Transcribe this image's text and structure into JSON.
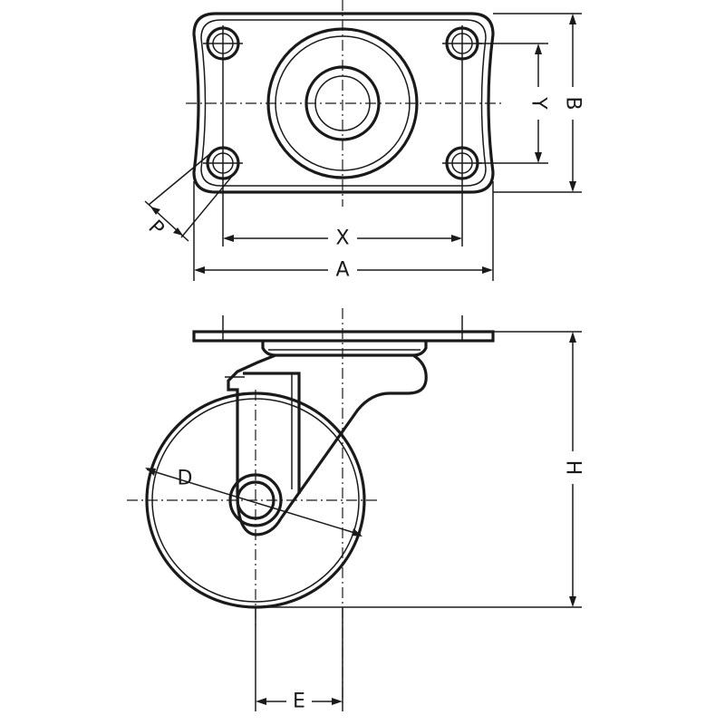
{
  "diagram": {
    "top_view": {
      "labels": {
        "x": "X",
        "y": "Y",
        "a": "A",
        "b": "B",
        "p": "P"
      }
    },
    "side_view": {
      "labels": {
        "h": "H",
        "d": "D",
        "e": "E"
      }
    }
  }
}
